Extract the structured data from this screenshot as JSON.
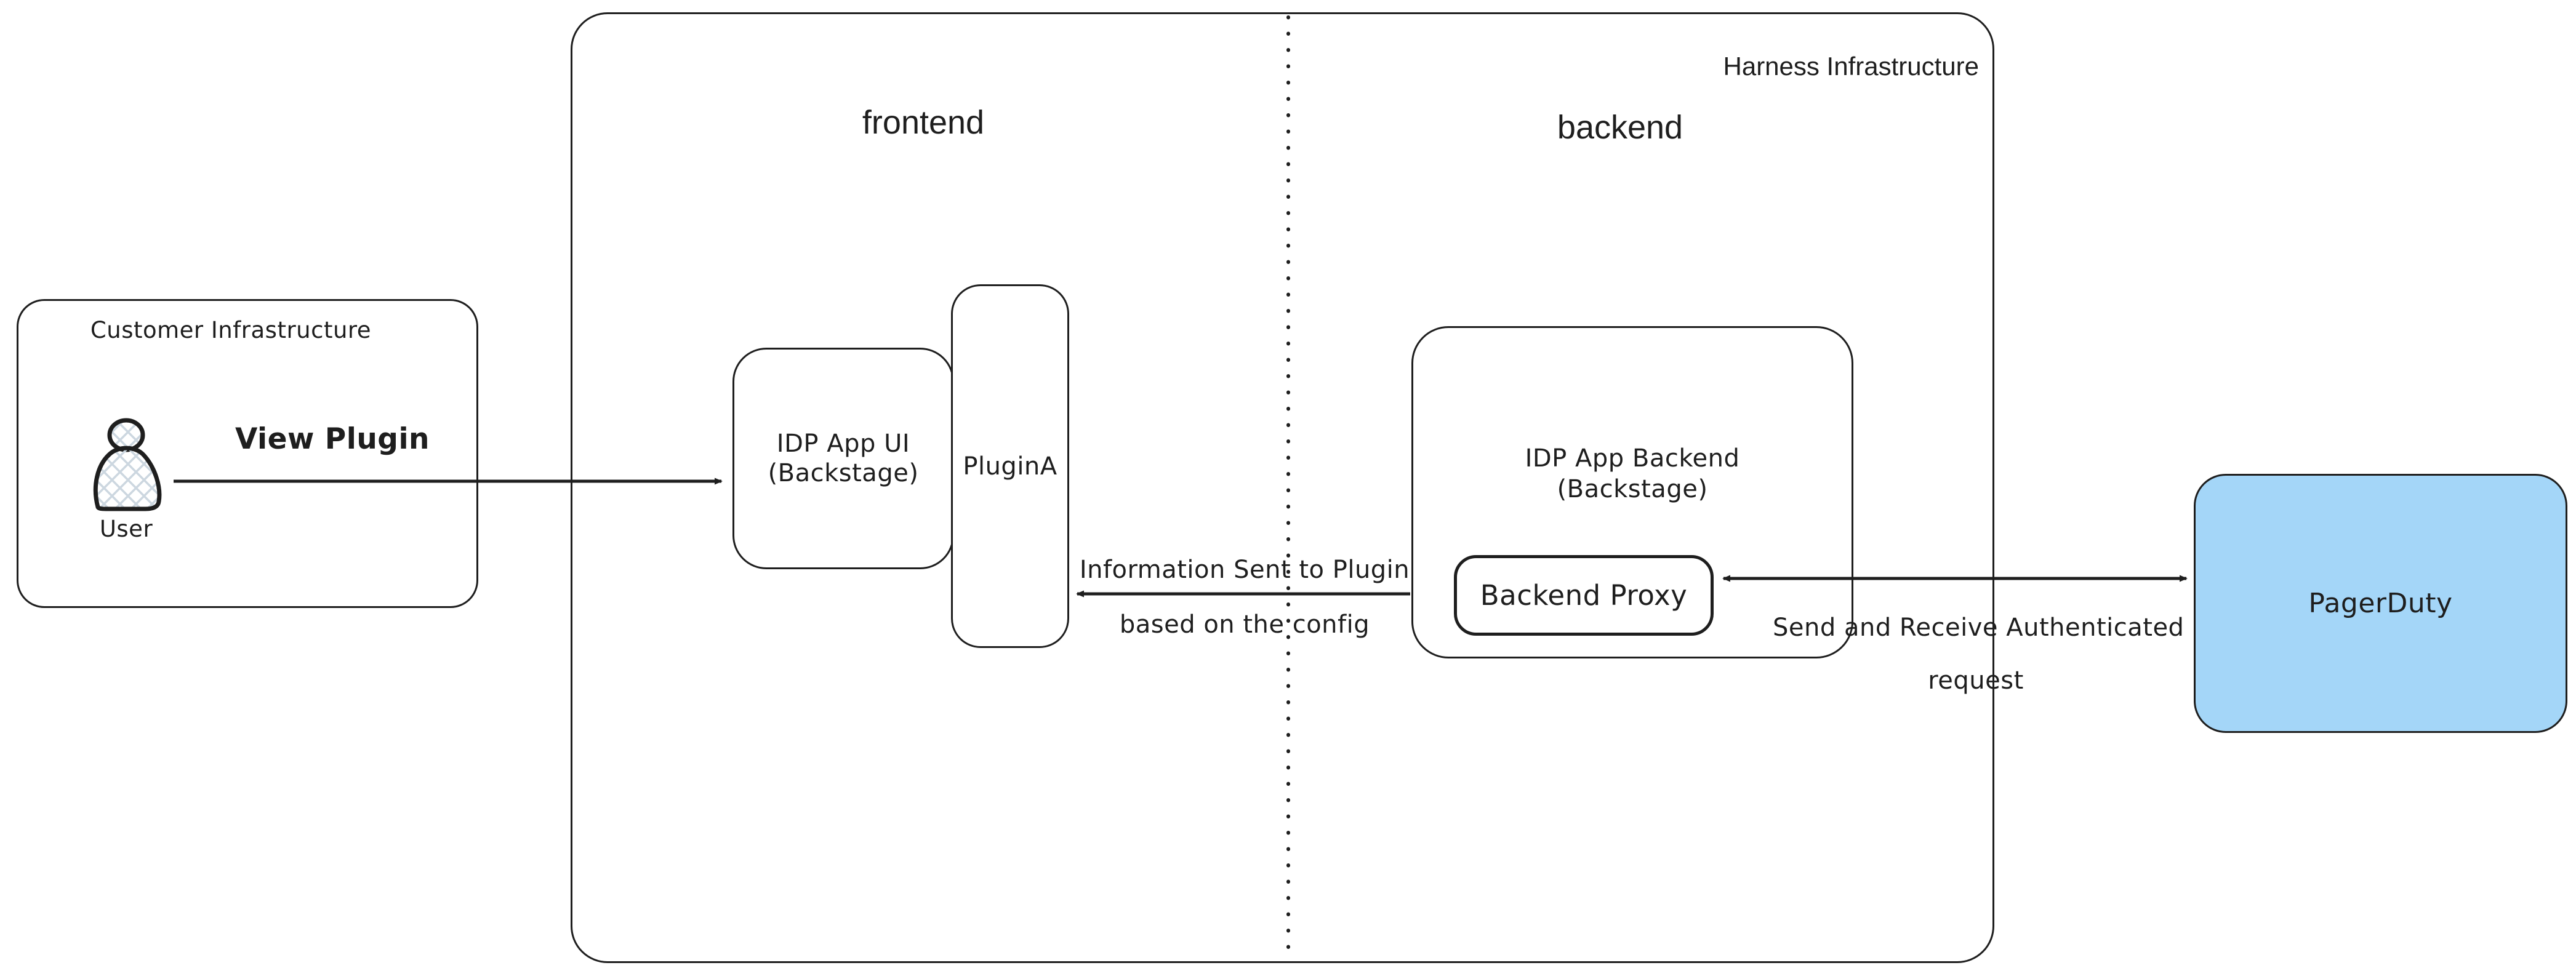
{
  "containers": {
    "customer": {
      "label": "Customer Infrastructure"
    },
    "harness": {
      "label": "Harness Infrastructure",
      "frontend_label": "frontend",
      "backend_label": "backend"
    }
  },
  "nodes": {
    "user": {
      "label": "User",
      "icon": "person-icon"
    },
    "idp_app_ui": {
      "line1": "IDP App UI",
      "line2": "(Backstage)"
    },
    "plugin_a": {
      "label": "PluginA"
    },
    "idp_app_backend": {
      "line1": "IDP App Backend",
      "line2": "(Backstage)"
    },
    "backend_proxy": {
      "label": "Backend Proxy"
    },
    "pagerduty": {
      "label": "PagerDuty"
    }
  },
  "edges": {
    "view_plugin": {
      "label": "View Plugin",
      "direction": "user-to-idp-app-ui"
    },
    "info_to_plugin": {
      "line1": "Information Sent to Plugin",
      "line2": "based on the config",
      "direction": "backend-to-plugin-a"
    },
    "send_receive": {
      "line1": "Send and Receive Authenticated",
      "line2": "request",
      "direction": "bidirectional-proxy-pagerduty"
    }
  },
  "colors": {
    "stroke": "#1e1e1e",
    "pagerduty_fill": "#a4d6f8",
    "hatch": "#ccd7e0"
  }
}
